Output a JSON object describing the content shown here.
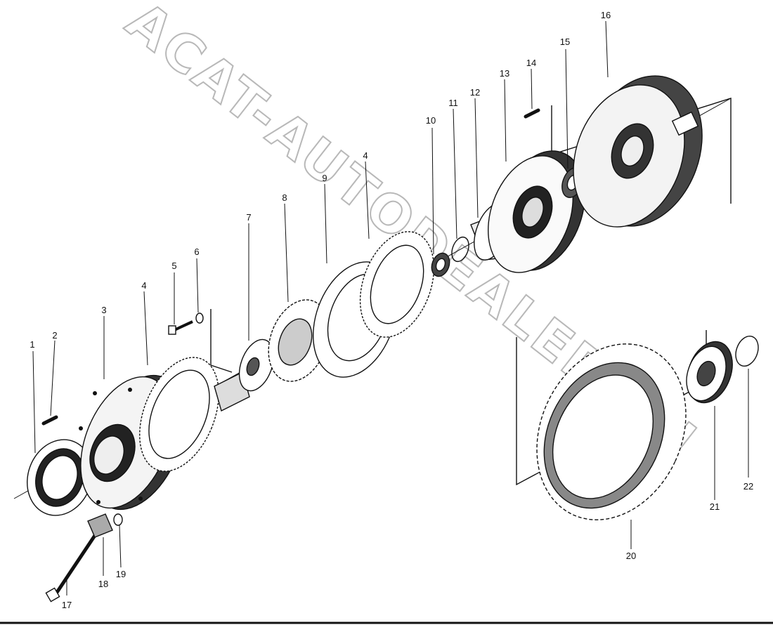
{
  "watermark": "ACAT-AUTODEALER.RU",
  "colors": {
    "ink": "#111111",
    "paper": "#ffffff",
    "watermark": "#b8b8b8"
  },
  "labels": [
    "1",
    "2",
    "3",
    "4",
    "4",
    "5",
    "6",
    "7",
    "8",
    "9",
    "10",
    "11",
    "12",
    "13",
    "14",
    "15",
    "16",
    "17",
    "18",
    "19",
    "20",
    "21",
    "22"
  ]
}
